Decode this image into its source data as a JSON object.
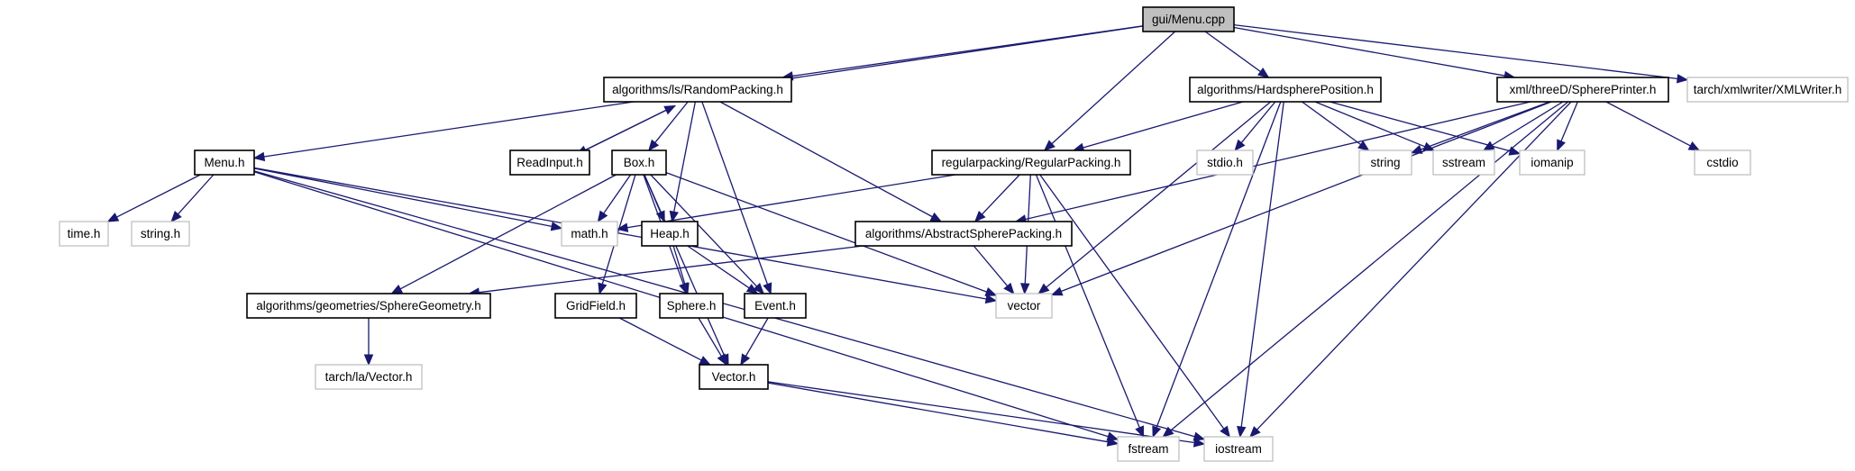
{
  "diagram": {
    "nodes": [
      {
        "id": "menu_cpp",
        "label": "gui/Menu.cpp",
        "kind": "root"
      },
      {
        "id": "random_packing",
        "label": "algorithms/ls/RandomPacking.h",
        "kind": "internal"
      },
      {
        "id": "hardsphere_position",
        "label": "algorithms/HardspherePosition.h",
        "kind": "internal"
      },
      {
        "id": "sphere_printer",
        "label": "xml/threeD/SpherePrinter.h",
        "kind": "internal"
      },
      {
        "id": "xmlwriter",
        "label": "tarch/xmlwriter/XMLWriter.h",
        "kind": "external"
      },
      {
        "id": "menu_h",
        "label": "Menu.h",
        "kind": "internal"
      },
      {
        "id": "readinput",
        "label": "ReadInput.h",
        "kind": "internal"
      },
      {
        "id": "box",
        "label": "Box.h",
        "kind": "internal"
      },
      {
        "id": "regular_packing",
        "label": "regularpacking/RegularPacking.h",
        "kind": "internal"
      },
      {
        "id": "stdio",
        "label": "stdio.h",
        "kind": "external"
      },
      {
        "id": "string",
        "label": "string",
        "kind": "external"
      },
      {
        "id": "sstream",
        "label": "sstream",
        "kind": "external"
      },
      {
        "id": "iomanip",
        "label": "iomanip",
        "kind": "external"
      },
      {
        "id": "cstdio",
        "label": "cstdio",
        "kind": "external"
      },
      {
        "id": "time",
        "label": "time.h",
        "kind": "external"
      },
      {
        "id": "string_h",
        "label": "string.h",
        "kind": "external"
      },
      {
        "id": "math",
        "label": "math.h",
        "kind": "external"
      },
      {
        "id": "heap",
        "label": "Heap.h",
        "kind": "internal"
      },
      {
        "id": "abstract_sphere_packing",
        "label": "algorithms/AbstractSpherePacking.h",
        "kind": "internal"
      },
      {
        "id": "sphere_geometry",
        "label": "algorithms/geometries/SphereGeometry.h",
        "kind": "internal"
      },
      {
        "id": "gridfield",
        "label": "GridField.h",
        "kind": "internal"
      },
      {
        "id": "sphere",
        "label": "Sphere.h",
        "kind": "internal"
      },
      {
        "id": "event",
        "label": "Event.h",
        "kind": "internal"
      },
      {
        "id": "vector",
        "label": "vector",
        "kind": "external"
      },
      {
        "id": "tarch_vector",
        "label": "tarch/la/Vector.h",
        "kind": "external"
      },
      {
        "id": "vector_h",
        "label": "Vector.h",
        "kind": "internal"
      },
      {
        "id": "fstream",
        "label": "fstream",
        "kind": "external"
      },
      {
        "id": "iostream",
        "label": "iostream",
        "kind": "external"
      }
    ],
    "edges": [
      [
        "menu_cpp",
        "menu_h"
      ],
      [
        "menu_cpp",
        "random_packing"
      ],
      [
        "menu_cpp",
        "regular_packing"
      ],
      [
        "menu_cpp",
        "hardsphere_position"
      ],
      [
        "menu_cpp",
        "sphere_printer"
      ],
      [
        "menu_cpp",
        "xmlwriter"
      ],
      [
        "menu_h",
        "time"
      ],
      [
        "menu_h",
        "string_h"
      ],
      [
        "menu_h",
        "math"
      ],
      [
        "menu_h",
        "vector"
      ],
      [
        "menu_h",
        "fstream"
      ],
      [
        "menu_h",
        "iostream"
      ],
      [
        "random_packing",
        "readinput"
      ],
      [
        "readinput",
        "random_packing"
      ],
      [
        "random_packing",
        "box"
      ],
      [
        "random_packing",
        "heap"
      ],
      [
        "random_packing",
        "event"
      ],
      [
        "random_packing",
        "abstract_sphere_packing"
      ],
      [
        "box",
        "math"
      ],
      [
        "box",
        "heap"
      ],
      [
        "box",
        "event"
      ],
      [
        "box",
        "sphere_geometry"
      ],
      [
        "box",
        "gridfield"
      ],
      [
        "box",
        "sphere"
      ],
      [
        "box",
        "vector_h"
      ],
      [
        "box",
        "vector"
      ],
      [
        "heap",
        "sphere"
      ],
      [
        "heap",
        "event"
      ],
      [
        "regular_packing",
        "math"
      ],
      [
        "regular_packing",
        "abstract_sphere_packing"
      ],
      [
        "regular_packing",
        "vector"
      ],
      [
        "regular_packing",
        "fstream"
      ],
      [
        "regular_packing",
        "iostream"
      ],
      [
        "abstract_sphere_packing",
        "sphere_geometry"
      ],
      [
        "abstract_sphere_packing",
        "vector"
      ],
      [
        "sphere_geometry",
        "tarch_vector"
      ],
      [
        "gridfield",
        "vector_h"
      ],
      [
        "sphere",
        "vector_h"
      ],
      [
        "event",
        "vector_h"
      ],
      [
        "vector_h",
        "fstream"
      ],
      [
        "vector_h",
        "iostream"
      ],
      [
        "hardsphere_position",
        "regular_packing"
      ],
      [
        "hardsphere_position",
        "stdio"
      ],
      [
        "hardsphere_position",
        "string"
      ],
      [
        "hardsphere_position",
        "sstream"
      ],
      [
        "hardsphere_position",
        "iomanip"
      ],
      [
        "hardsphere_position",
        "vector"
      ],
      [
        "hardsphere_position",
        "fstream"
      ],
      [
        "hardsphere_position",
        "iostream"
      ],
      [
        "sphere_printer",
        "string"
      ],
      [
        "sphere_printer",
        "sstream"
      ],
      [
        "sphere_printer",
        "iomanip"
      ],
      [
        "sphere_printer",
        "cstdio"
      ],
      [
        "sphere_printer",
        "abstract_sphere_packing"
      ],
      [
        "sphere_printer",
        "vector"
      ],
      [
        "sphere_printer",
        "fstream"
      ],
      [
        "sphere_printer",
        "iostream"
      ]
    ]
  }
}
